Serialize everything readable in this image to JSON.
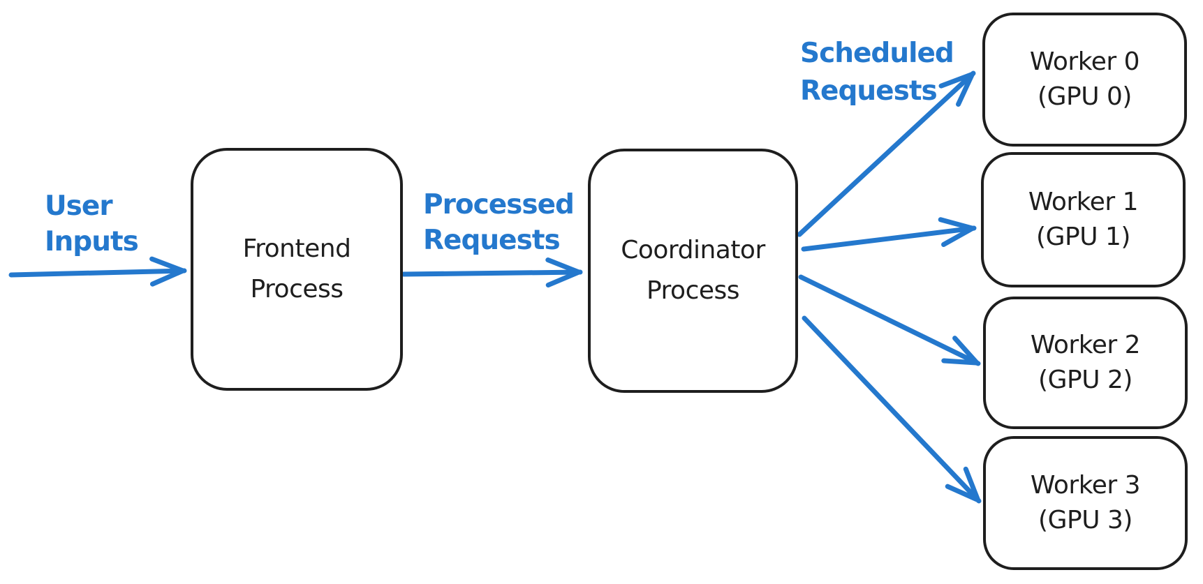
{
  "diagram": {
    "type": "flow-diagram",
    "style": "hand-drawn whiteboard sketch",
    "background_color": "#ffffff",
    "stroke_color": "#1e1e1e",
    "accent_color": "#2478cd"
  },
  "nodes": {
    "frontend": {
      "line1": "Frontend",
      "line2": "Process"
    },
    "coordinator": {
      "line1": "Coordinator",
      "line2": "Process"
    },
    "worker0": {
      "line1": "Worker 0",
      "line2": "(GPU 0)"
    },
    "worker1": {
      "line1": "Worker 1",
      "line2": "(GPU 1)"
    },
    "worker2": {
      "line1": "Worker 2",
      "line2": "(GPU 2)"
    },
    "worker3": {
      "line1": "Worker 3",
      "line2": "(GPU 3)"
    }
  },
  "labels": {
    "user_inputs": {
      "line1": "User",
      "line2": "Inputs"
    },
    "processed_requests": {
      "line1": "Processed",
      "line2": "Requests"
    },
    "scheduled_requests": {
      "line1": "Scheduled",
      "line2": "Requests"
    }
  },
  "edges": [
    {
      "from": "external",
      "to": "Frontend Process",
      "label": "User Inputs"
    },
    {
      "from": "Frontend Process",
      "to": "Coordinator Process",
      "label": "Processed Requests"
    },
    {
      "from": "Coordinator Process",
      "to": "Worker 0 (GPU 0)",
      "label": "Scheduled Requests"
    },
    {
      "from": "Coordinator Process",
      "to": "Worker 1 (GPU 1)",
      "label": "Scheduled Requests"
    },
    {
      "from": "Coordinator Process",
      "to": "Worker 2 (GPU 2)",
      "label": "Scheduled Requests"
    },
    {
      "from": "Coordinator Process",
      "to": "Worker 3 (GPU 3)",
      "label": "Scheduled Requests"
    }
  ]
}
